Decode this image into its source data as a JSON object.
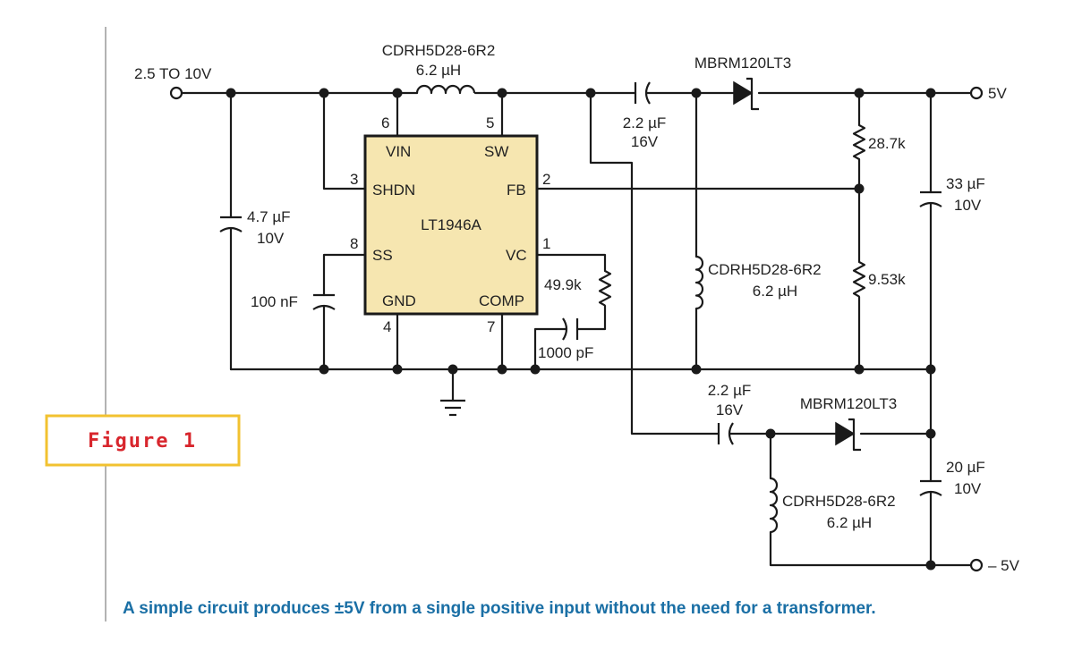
{
  "figure_label": "Figure 1",
  "caption": "A simple circuit produces ±5V from a single positive input without the need for a transformer.",
  "accent_color": "#f2c230",
  "caption_color": "#1a6fa5",
  "figure_label_color": "#d8262d",
  "ic": {
    "name": "LT1946A",
    "pins": {
      "vin": "VIN",
      "sw": "SW",
      "shdn": "SHDN",
      "fb": "FB",
      "ss": "SS",
      "vc": "VC",
      "gnd": "GND",
      "comp": "COMP"
    },
    "pin_numbers": {
      "vin": "6",
      "sw": "5",
      "shdn": "3",
      "fb": "2",
      "ss": "8",
      "vc": "1",
      "gnd": "4",
      "comp": "7"
    }
  },
  "nets": {
    "input": "2.5 TO 10V",
    "pos_out": "5V",
    "neg_out": "– 5V"
  },
  "components": {
    "l1": {
      "part": "CDRH5D28-6R2",
      "value": "6.2 µH"
    },
    "l2": {
      "part": "CDRH5D28-6R2",
      "value": "6.2 µH"
    },
    "l3": {
      "part": "CDRH5D28-6R2",
      "value": "6.2 µH"
    },
    "d1": {
      "part": "MBRM120LT3"
    },
    "d2": {
      "part": "MBRM120LT3"
    },
    "c_in": {
      "value": "4.7 µF",
      "voltage": "10V"
    },
    "c_ss": {
      "value": "100 nF"
    },
    "c_comp": {
      "value": "1000 pF"
    },
    "c_couple1": {
      "value": "2.2 µF",
      "voltage": "16V"
    },
    "c_couple2": {
      "value": "2.2 µF",
      "voltage": "16V"
    },
    "c_out_pos": {
      "value": "33 µF",
      "voltage": "10V"
    },
    "c_out_neg": {
      "value": "20 µF",
      "voltage": "10V"
    },
    "r_top": {
      "value": "28.7k"
    },
    "r_bot": {
      "value": "9.53k"
    },
    "r_comp": {
      "value": "49.9k"
    }
  }
}
